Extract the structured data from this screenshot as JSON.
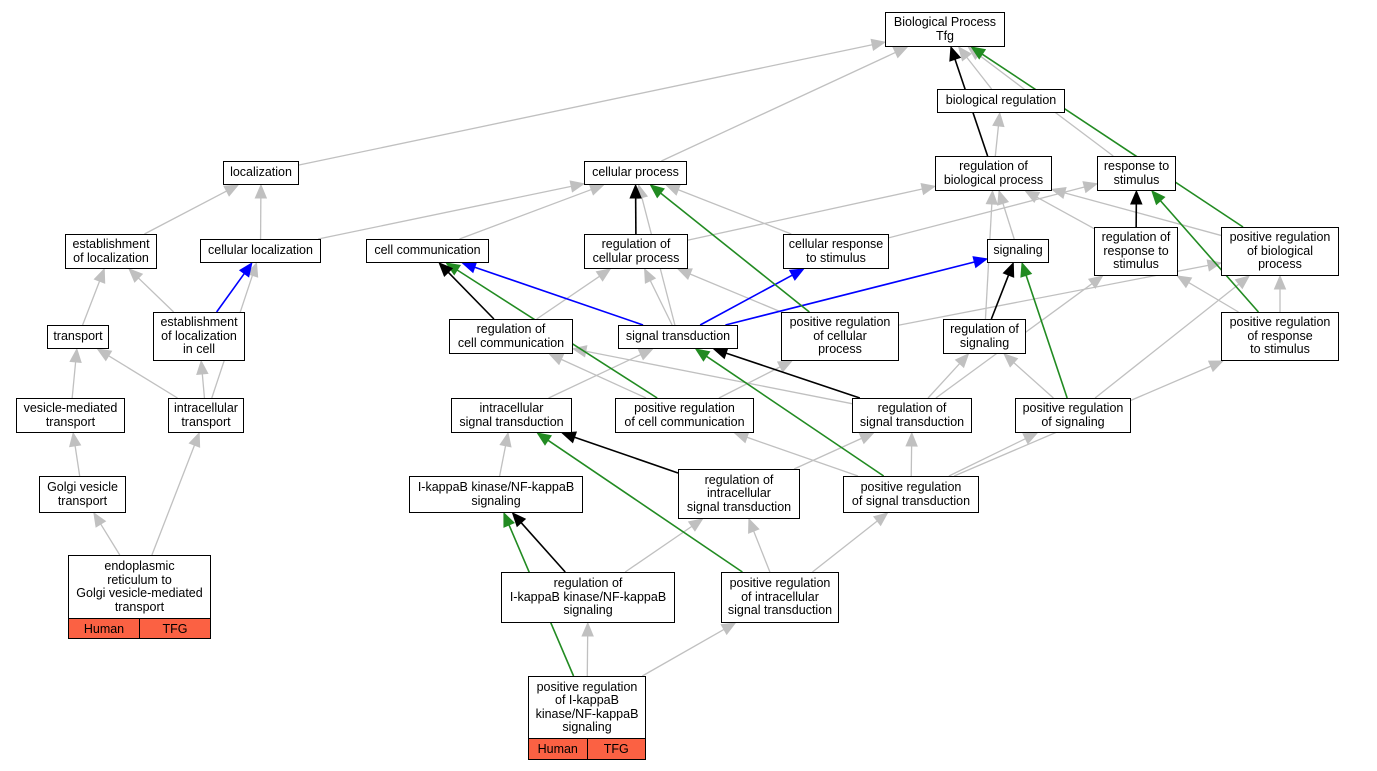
{
  "colors": {
    "is_a": "#c0c0c0",
    "part_of": "#000000",
    "regulates": "#0000ff",
    "positively_regulates": "#228b22",
    "annotation_tag": "#fb6143"
  },
  "nodes": {
    "bp_root": "Biological Process\nTfg",
    "biological_regulation": "biological regulation",
    "localization": "localization",
    "cellular_process": "cellular process",
    "regulation_of_biological_process": "regulation of\nbiological process",
    "response_to_stimulus": "response to\nstimulus",
    "establishment_of_localization": "establishment\nof localization",
    "cellular_localization": "cellular localization",
    "cell_communication": "cell communication",
    "regulation_of_cellular_process": "regulation of\ncellular process",
    "cellular_response_to_stimulus": "cellular response\nto stimulus",
    "signaling": "signaling",
    "regulation_of_response_to_stimulus": "regulation of\nresponse to\nstimulus",
    "positive_regulation_of_biological_process": "positive regulation\nof biological\nprocess",
    "transport": "transport",
    "establishment_of_localization_in_cell": "establishment\nof localization\nin cell",
    "regulation_of_cell_communication": "regulation of\ncell communication",
    "signal_transduction": "signal transduction",
    "positive_regulation_of_cellular_process": "positive regulation\nof cellular\nprocess",
    "regulation_of_signaling": "regulation of\nsignaling",
    "positive_regulation_of_response_to_stimulus": "positive regulation\nof response\nto stimulus",
    "vesicle_mediated_transport": "vesicle-mediated\ntransport",
    "intracellular_transport": "intracellular\ntransport",
    "intracellular_signal_transduction": "intracellular\nsignal transduction",
    "positive_regulation_of_cell_communication": "positive regulation\nof cell communication",
    "regulation_of_signal_transduction": "regulation of\nsignal transduction",
    "positive_regulation_of_signaling": "positive regulation\nof signaling",
    "golgi_vesicle_transport": "Golgi vesicle\ntransport",
    "ikappab_signaling": "I-kappaB kinase/NF-kappaB\nsignaling",
    "regulation_of_intracellular_signal_transduction": "regulation of\nintracellular\nsignal transduction",
    "positive_regulation_of_signal_transduction": "positive regulation\nof signal transduction",
    "er_to_golgi": "endoplasmic\nreticulum to\nGolgi vesicle-mediated\ntransport",
    "regulation_of_ikappab_signaling": "regulation of\nI-kappaB kinase/NF-kappaB\nsignaling",
    "positive_regulation_of_intracellular_signal_transduction": "positive regulation\nof intracellular\nsignal transduction",
    "positive_regulation_of_ikappab_signaling": "positive regulation\nof I-kappaB\nkinase/NF-kappaB\nsignaling"
  },
  "tags": {
    "er_to_golgi": [
      "Human",
      "TFG"
    ],
    "positive_regulation_of_ikappab_signaling": [
      "Human",
      "TFG"
    ]
  },
  "edges": [
    {
      "from": "biological_regulation",
      "to": "bp_root",
      "type": "is_a"
    },
    {
      "from": "localization",
      "to": "bp_root",
      "type": "is_a"
    },
    {
      "from": "cellular_process",
      "to": "bp_root",
      "type": "is_a"
    },
    {
      "from": "regulation_of_biological_process",
      "to": "bp_root",
      "type": "part_of"
    },
    {
      "from": "response_to_stimulus",
      "to": "bp_root",
      "type": "is_a"
    },
    {
      "from": "positive_regulation_of_biological_process",
      "to": "bp_root",
      "type": "positively_regulates"
    },
    {
      "from": "regulation_of_biological_process",
      "to": "biological_regulation",
      "type": "is_a"
    },
    {
      "from": "establishment_of_localization",
      "to": "localization",
      "type": "is_a"
    },
    {
      "from": "cellular_localization",
      "to": "localization",
      "type": "is_a"
    },
    {
      "from": "cellular_localization",
      "to": "cellular_process",
      "type": "is_a"
    },
    {
      "from": "cell_communication",
      "to": "cellular_process",
      "type": "is_a"
    },
    {
      "from": "regulation_of_cellular_process",
      "to": "cellular_process",
      "type": "part_of"
    },
    {
      "from": "cellular_response_to_stimulus",
      "to": "cellular_process",
      "type": "is_a"
    },
    {
      "from": "signal_transduction",
      "to": "cellular_process",
      "type": "is_a"
    },
    {
      "from": "positive_regulation_of_cellular_process",
      "to": "cellular_process",
      "type": "positively_regulates"
    },
    {
      "from": "regulation_of_cellular_process",
      "to": "regulation_of_biological_process",
      "type": "is_a"
    },
    {
      "from": "signaling",
      "to": "regulation_of_biological_process",
      "type": "is_a"
    },
    {
      "from": "regulation_of_response_to_stimulus",
      "to": "regulation_of_biological_process",
      "type": "is_a"
    },
    {
      "from": "positive_regulation_of_biological_process",
      "to": "regulation_of_biological_process",
      "type": "is_a"
    },
    {
      "from": "regulation_of_signaling",
      "to": "regulation_of_biological_process",
      "type": "is_a"
    },
    {
      "from": "cellular_response_to_stimulus",
      "to": "response_to_stimulus",
      "type": "is_a"
    },
    {
      "from": "regulation_of_response_to_stimulus",
      "to": "response_to_stimulus",
      "type": "part_of"
    },
    {
      "from": "positive_regulation_of_response_to_stimulus",
      "to": "response_to_stimulus",
      "type": "positively_regulates"
    },
    {
      "from": "transport",
      "to": "establishment_of_localization",
      "type": "is_a"
    },
    {
      "from": "establishment_of_localization_in_cell",
      "to": "establishment_of_localization",
      "type": "is_a"
    },
    {
      "from": "establishment_of_localization_in_cell",
      "to": "cellular_localization",
      "type": "regulates"
    },
    {
      "from": "intracellular_transport",
      "to": "cellular_localization",
      "type": "is_a"
    },
    {
      "from": "regulation_of_cell_communication",
      "to": "cell_communication",
      "type": "part_of"
    },
    {
      "from": "signal_transduction",
      "to": "cell_communication",
      "type": "regulates"
    },
    {
      "from": "positive_regulation_of_cell_communication",
      "to": "cell_communication",
      "type": "positively_regulates"
    },
    {
      "from": "regulation_of_cell_communication",
      "to": "regulation_of_cellular_process",
      "type": "is_a"
    },
    {
      "from": "signal_transduction",
      "to": "regulation_of_cellular_process",
      "type": "is_a"
    },
    {
      "from": "positive_regulation_of_cellular_process",
      "to": "regulation_of_cellular_process",
      "type": "is_a"
    },
    {
      "from": "signal_transduction",
      "to": "cellular_response_to_stimulus",
      "type": "regulates"
    },
    {
      "from": "signal_transduction",
      "to": "signaling",
      "type": "regulates"
    },
    {
      "from": "regulation_of_signaling",
      "to": "signaling",
      "type": "part_of"
    },
    {
      "from": "positive_regulation_of_signaling",
      "to": "signaling",
      "type": "positively_regulates"
    },
    {
      "from": "regulation_of_signal_transduction",
      "to": "regulation_of_response_to_stimulus",
      "type": "is_a"
    },
    {
      "from": "positive_regulation_of_response_to_stimulus",
      "to": "regulation_of_response_to_stimulus",
      "type": "is_a"
    },
    {
      "from": "positive_regulation_of_response_to_stimulus",
      "to": "positive_regulation_of_biological_process",
      "type": "is_a"
    },
    {
      "from": "positive_regulation_of_cellular_process",
      "to": "positive_regulation_of_biological_process",
      "type": "is_a"
    },
    {
      "from": "positive_regulation_of_signaling",
      "to": "positive_regulation_of_biological_process",
      "type": "is_a"
    },
    {
      "from": "vesicle_mediated_transport",
      "to": "transport",
      "type": "is_a"
    },
    {
      "from": "intracellular_transport",
      "to": "transport",
      "type": "is_a"
    },
    {
      "from": "intracellular_transport",
      "to": "establishment_of_localization_in_cell",
      "type": "is_a"
    },
    {
      "from": "positive_regulation_of_cell_communication",
      "to": "regulation_of_cell_communication",
      "type": "is_a"
    },
    {
      "from": "regulation_of_signal_transduction",
      "to": "regulation_of_cell_communication",
      "type": "is_a"
    },
    {
      "from": "intracellular_signal_transduction",
      "to": "signal_transduction",
      "type": "is_a"
    },
    {
      "from": "regulation_of_signal_transduction",
      "to": "signal_transduction",
      "type": "part_of"
    },
    {
      "from": "positive_regulation_of_signal_transduction",
      "to": "signal_transduction",
      "type": "positively_regulates"
    },
    {
      "from": "positive_regulation_of_cell_communication",
      "to": "positive_regulation_of_cellular_process",
      "type": "is_a"
    },
    {
      "from": "regulation_of_signal_transduction",
      "to": "regulation_of_signaling",
      "type": "is_a"
    },
    {
      "from": "positive_regulation_of_signaling",
      "to": "regulation_of_signaling",
      "type": "is_a"
    },
    {
      "from": "positive_regulation_of_signal_transduction",
      "to": "positive_regulation_of_response_to_stimulus",
      "type": "is_a"
    },
    {
      "from": "golgi_vesicle_transport",
      "to": "vesicle_mediated_transport",
      "type": "is_a"
    },
    {
      "from": "ikappab_signaling",
      "to": "intracellular_signal_transduction",
      "type": "is_a"
    },
    {
      "from": "regulation_of_intracellular_signal_transduction",
      "to": "intracellular_signal_transduction",
      "type": "part_of"
    },
    {
      "from": "positive_regulation_of_intracellular_signal_transduction",
      "to": "intracellular_signal_transduction",
      "type": "positively_regulates"
    },
    {
      "from": "positive_regulation_of_signal_transduction",
      "to": "positive_regulation_of_cell_communication",
      "type": "is_a"
    },
    {
      "from": "positive_regulation_of_signal_transduction",
      "to": "regulation_of_signal_transduction",
      "type": "is_a"
    },
    {
      "from": "regulation_of_intracellular_signal_transduction",
      "to": "regulation_of_signal_transduction",
      "type": "is_a"
    },
    {
      "from": "positive_regulation_of_signal_transduction",
      "to": "positive_regulation_of_signaling",
      "type": "is_a"
    },
    {
      "from": "er_to_golgi",
      "to": "golgi_vesicle_transport",
      "type": "is_a"
    },
    {
      "from": "er_to_golgi",
      "to": "intracellular_transport",
      "type": "is_a"
    },
    {
      "from": "regulation_of_ikappab_signaling",
      "to": "ikappab_signaling",
      "type": "part_of"
    },
    {
      "from": "positive_regulation_of_ikappab_signaling",
      "to": "ikappab_signaling",
      "type": "positively_regulates"
    },
    {
      "from": "regulation_of_ikappab_signaling",
      "to": "regulation_of_intracellular_signal_transduction",
      "type": "is_a"
    },
    {
      "from": "positive_regulation_of_intracellular_signal_transduction",
      "to": "regulation_of_intracellular_signal_transduction",
      "type": "is_a"
    },
    {
      "from": "positive_regulation_of_intracellular_signal_transduction",
      "to": "positive_regulation_of_signal_transduction",
      "type": "is_a"
    },
    {
      "from": "positive_regulation_of_ikappab_signaling",
      "to": "regulation_of_ikappab_signaling",
      "type": "is_a"
    },
    {
      "from": "positive_regulation_of_ikappab_signaling",
      "to": "positive_regulation_of_intracellular_signal_transduction",
      "type": "is_a"
    }
  ]
}
